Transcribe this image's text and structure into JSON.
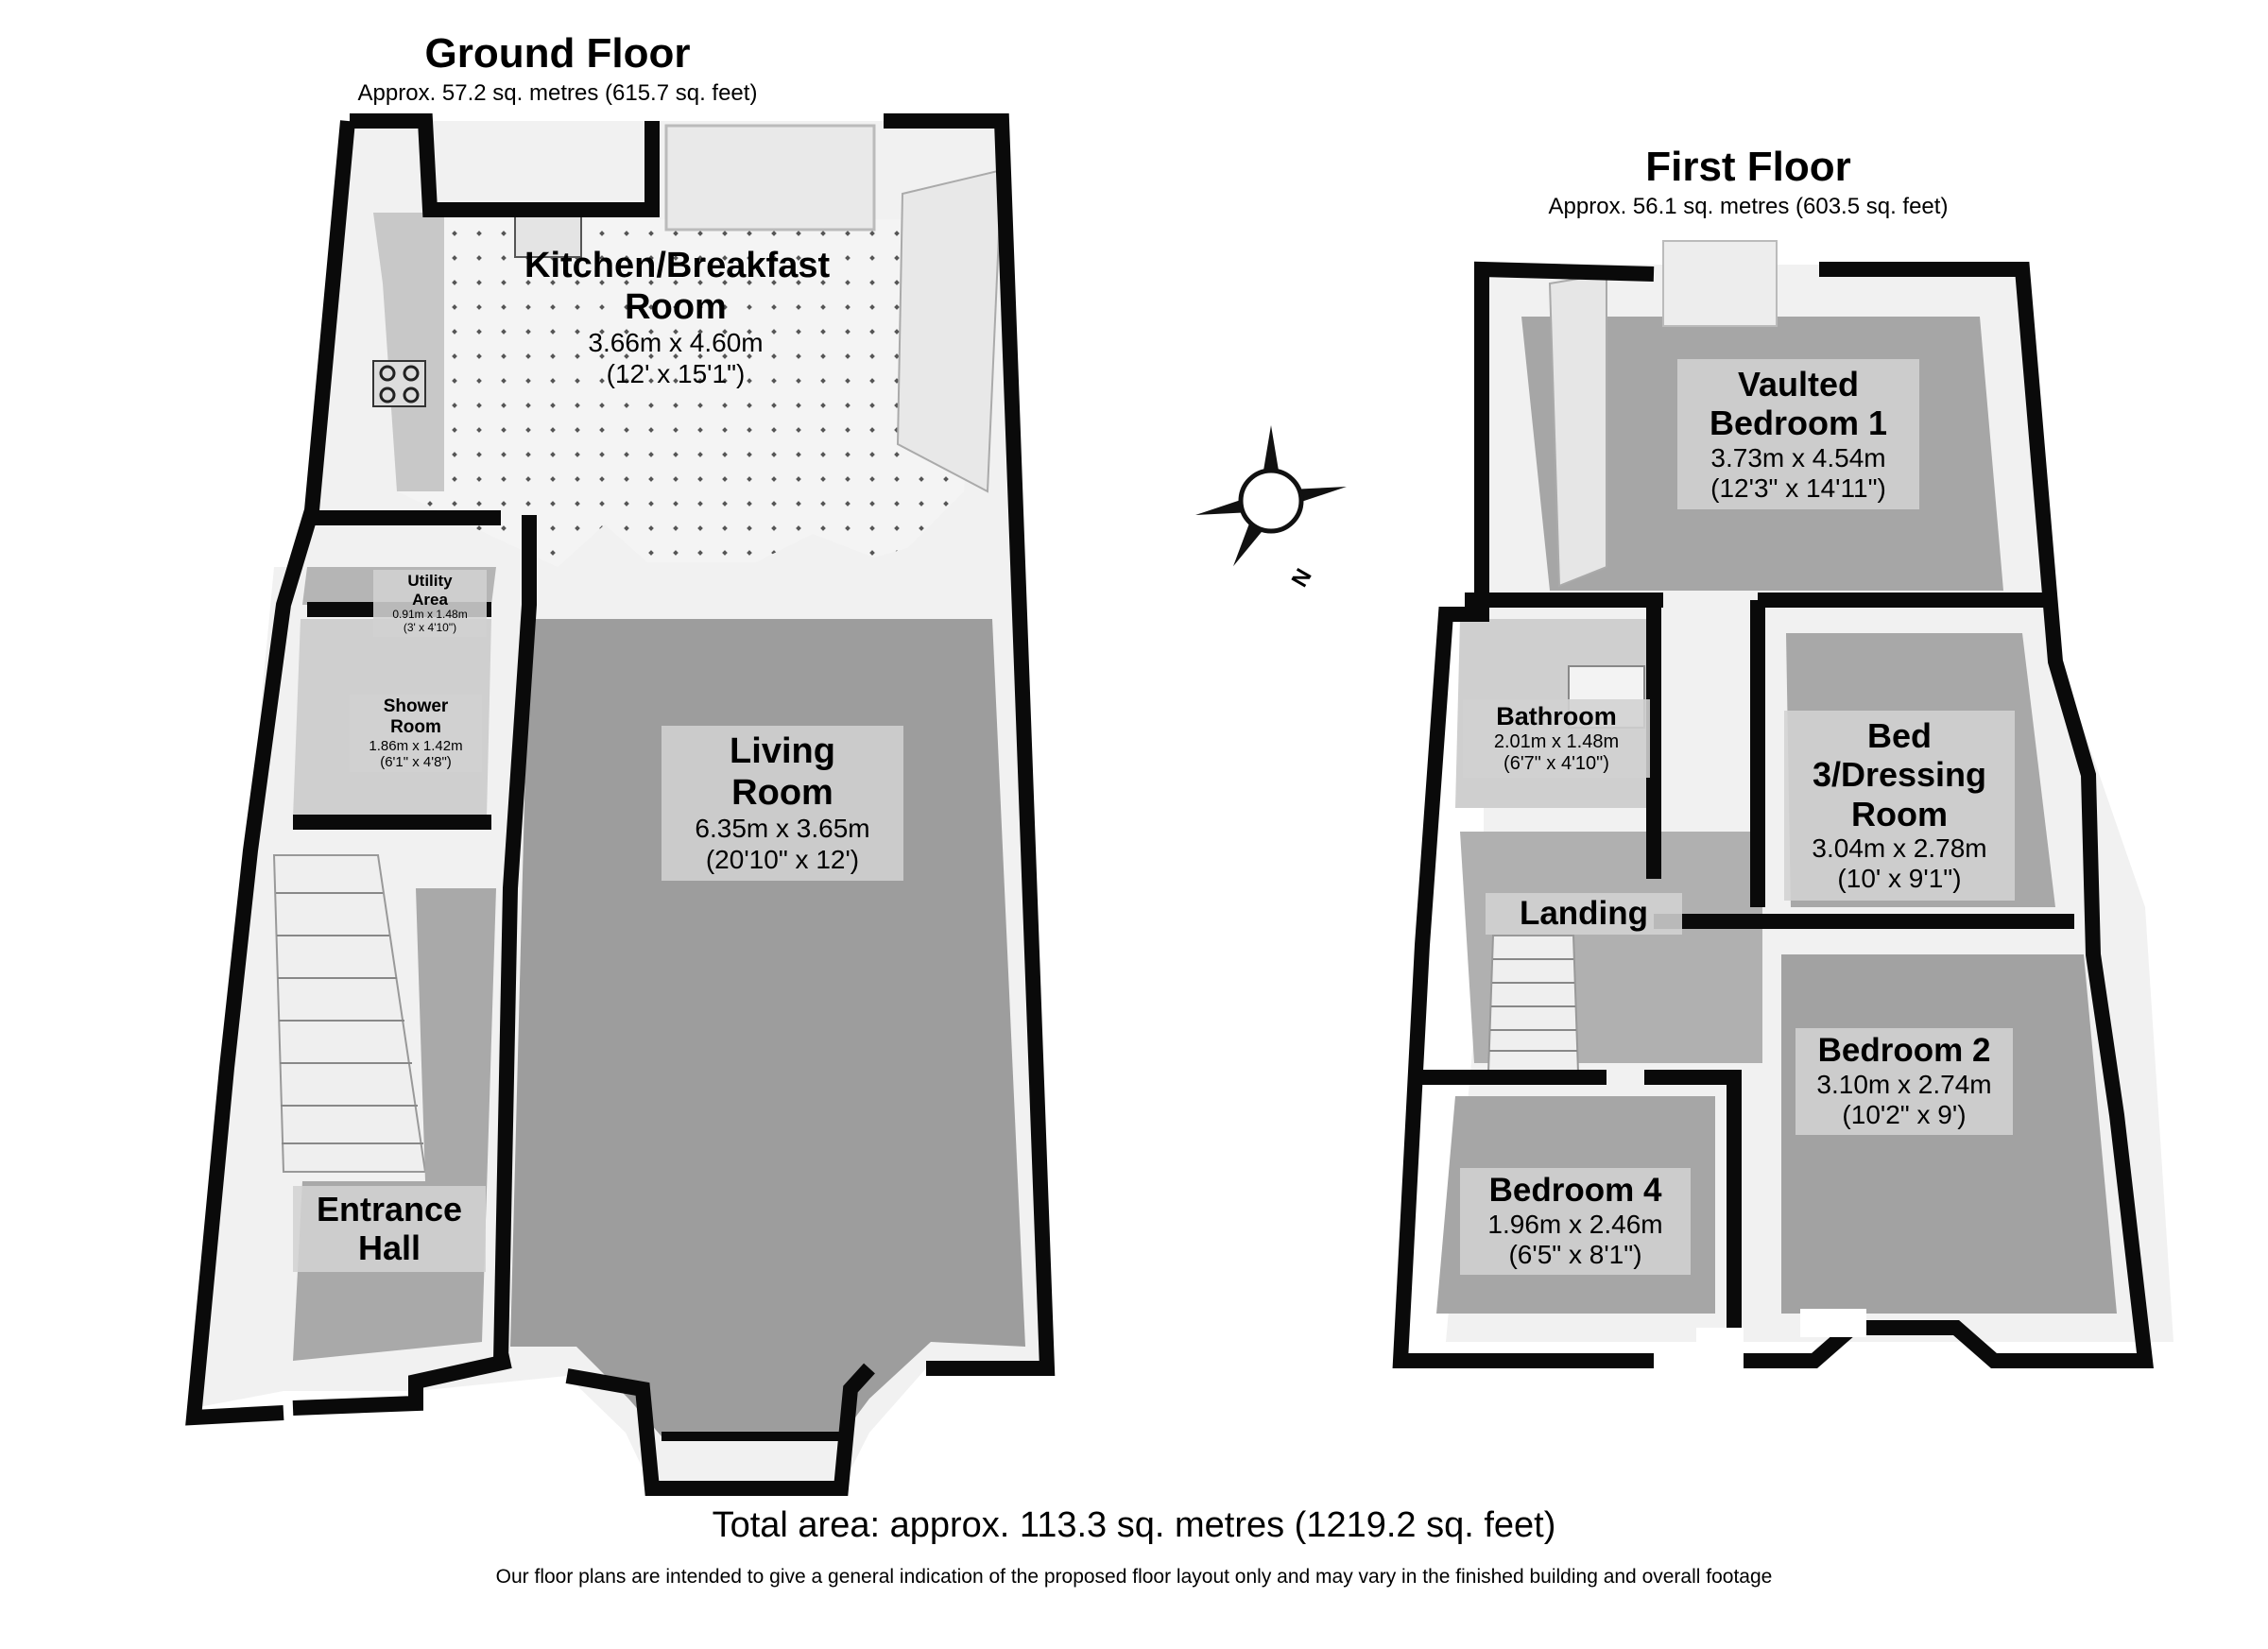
{
  "ground_floor": {
    "title": "Ground Floor",
    "area": "Approx. 57.2 sq. metres (615.7 sq. feet)",
    "rooms": {
      "kitchen": {
        "name": "Kitchen/Breakfast Room",
        "metric": "3.66m x 4.60m",
        "imperial": "(12' x 15'1\")"
      },
      "utility": {
        "name": "Utility Area",
        "metric": "0.91m x 1.48m",
        "imperial": "(3' x 4'10\")"
      },
      "shower": {
        "name": "Shower Room",
        "metric": "1.86m x 1.42m",
        "imperial": "(6'1\" x 4'8\")"
      },
      "living": {
        "name": "Living Room",
        "metric": "6.35m x 3.65m",
        "imperial": "(20'10\" x 12')"
      },
      "hall": {
        "name": "Entrance Hall"
      }
    }
  },
  "first_floor": {
    "title": "First Floor",
    "area": "Approx. 56.1 sq. metres (603.5 sq. feet)",
    "rooms": {
      "bedroom1": {
        "name": "Vaulted Bedroom 1",
        "metric": "3.73m x 4.54m",
        "imperial": "(12'3\" x 14'11\")"
      },
      "bathroom": {
        "name": "Bathroom",
        "metric": "2.01m x 1.48m",
        "imperial": "(6'7\" x 4'10\")"
      },
      "bed3": {
        "name": "Bed 3/Dressing Room",
        "metric": "3.04m x 2.78m",
        "imperial": "(10' x 9'1\")"
      },
      "landing": {
        "name": "Landing"
      },
      "bedroom2": {
        "name": "Bedroom 2",
        "metric": "3.10m x 2.74m",
        "imperial": "(10'2\" x 9')"
      },
      "bedroom4": {
        "name": "Bedroom 4",
        "metric": "1.96m x 2.46m",
        "imperial": "(6'5\" x 8'1\")"
      }
    }
  },
  "compass": {
    "label": "N"
  },
  "total_area": "Total area: approx. 113.3 sq. metres (1219.2 sq. feet)",
  "disclaimer": "Our floor plans are intended to give a general indication of the proposed floor layout only and may vary  in the finished building and overall footage",
  "colors": {
    "wall": "#0a0a0a",
    "floor": "#9a9a9a",
    "wall_face": "#f2f2f2",
    "tile": "#f4f4f4",
    "label_bg": "#d2d2d2"
  }
}
